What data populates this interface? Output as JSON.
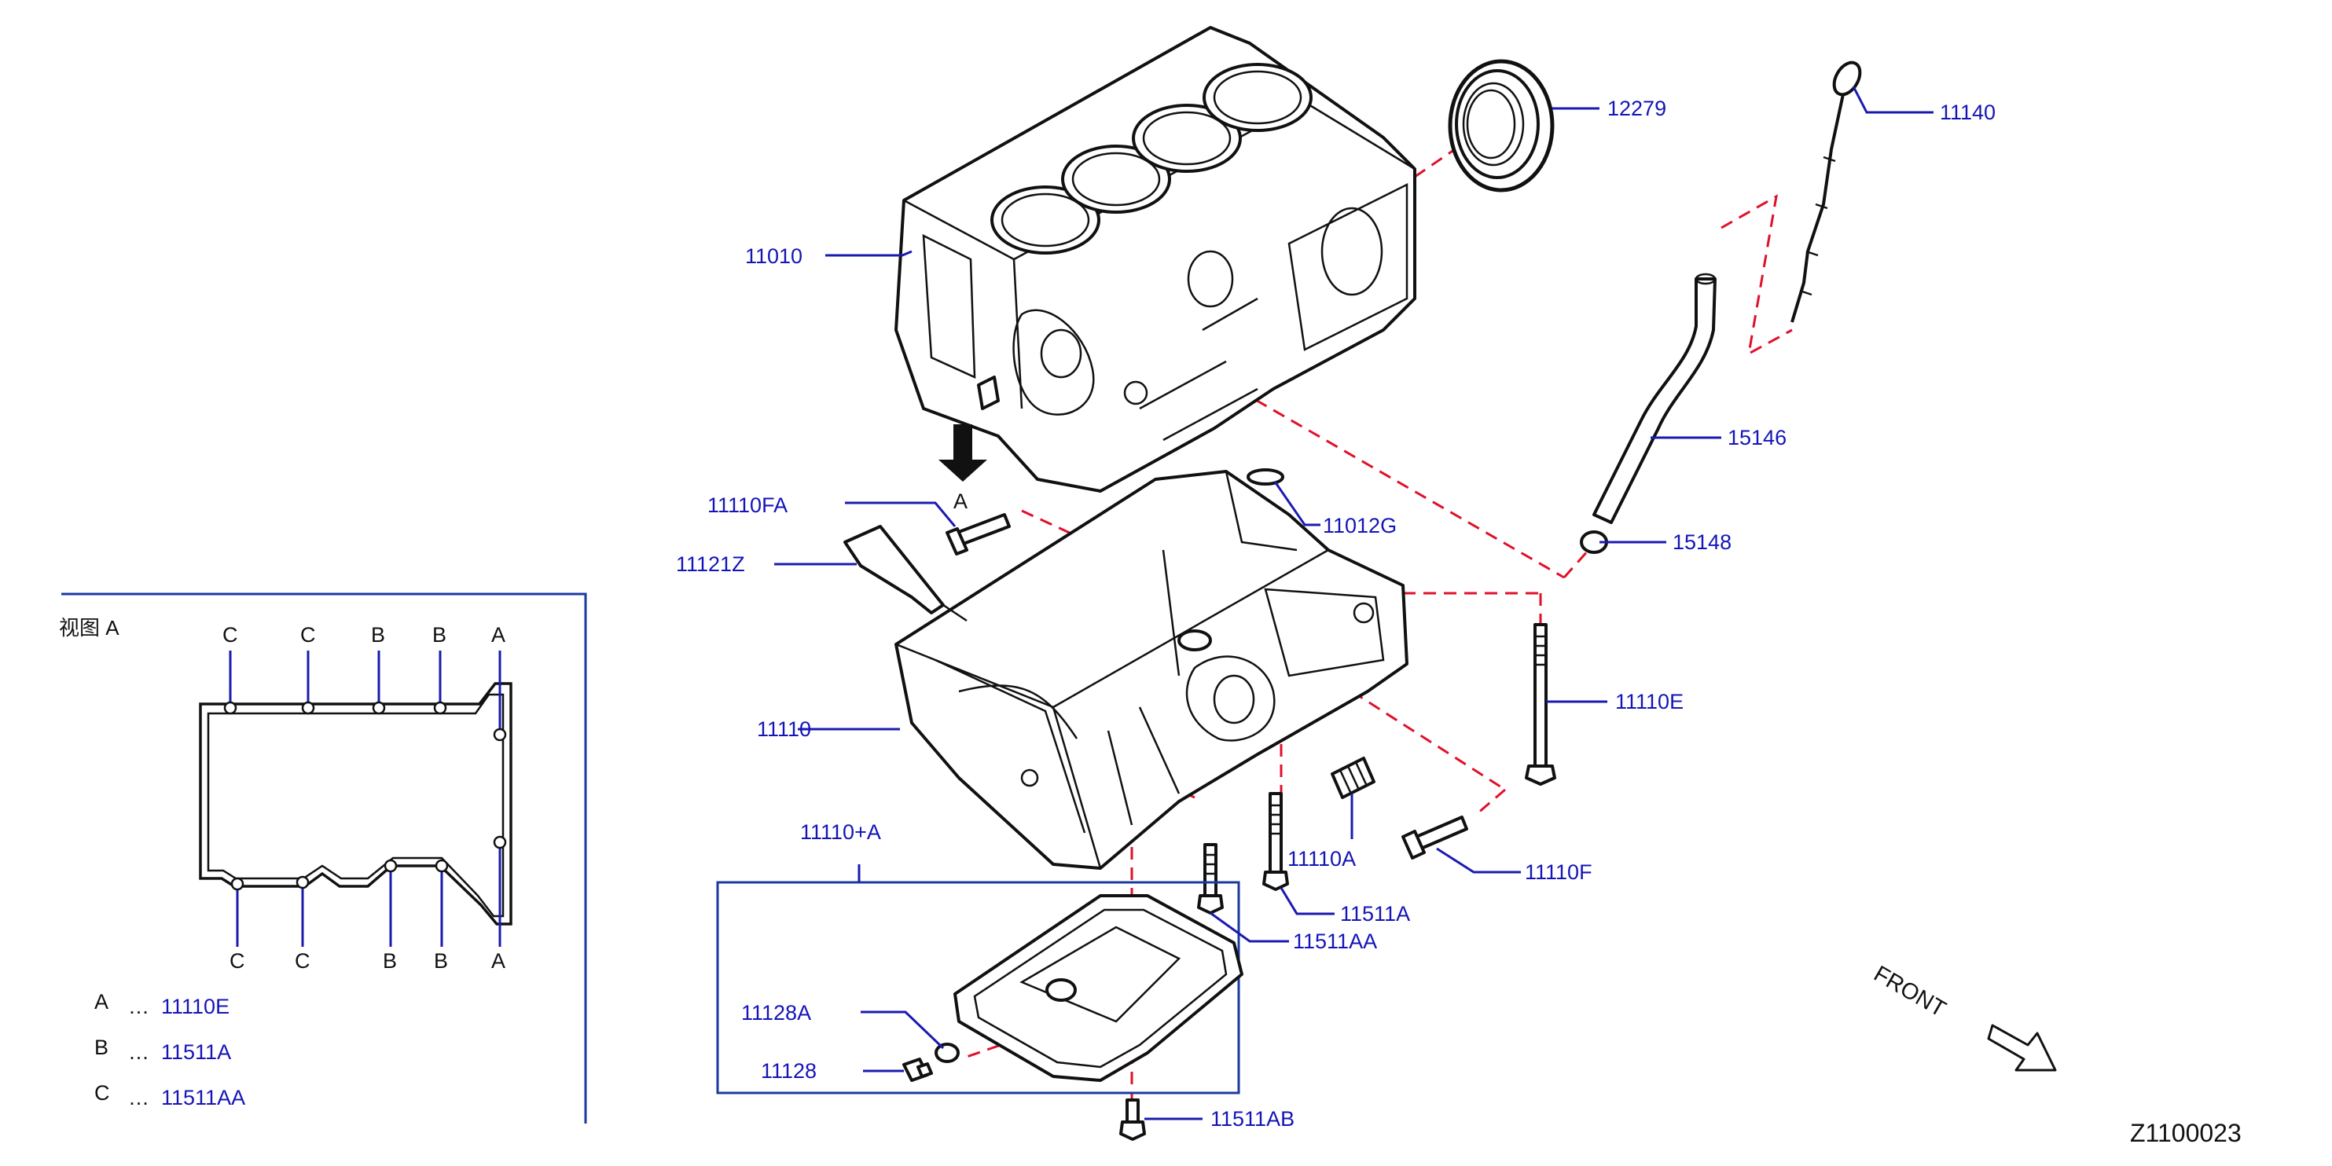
{
  "callouts": {
    "p12279": "12279",
    "p11140": "11140",
    "p11010": "11010",
    "p15146": "15146",
    "p15148": "15148",
    "p11110FA": "11110FA",
    "p11012G": "11012G",
    "p11121Z": "11121Z",
    "p11110": "11110",
    "p11110E": "11110E",
    "p11110A": "11110A",
    "p11110F": "11110F",
    "p11511A": "11511A",
    "p11511AA": "11511AA",
    "p11110plusA": "11110+A",
    "p11128A": "11128A",
    "p11128": "11128",
    "p11511AB": "11511AB"
  },
  "view_arrow_label": "A",
  "inset": {
    "title": "视图 A",
    "top_letters": [
      "C",
      "C",
      "B",
      "B",
      "A"
    ],
    "bottom_letters": [
      "C",
      "C",
      "B",
      "B",
      "A"
    ],
    "legend": [
      {
        "key": "A",
        "sep": "…",
        "value": "11110E"
      },
      {
        "key": "B",
        "sep": "…",
        "value": "11511A"
      },
      {
        "key": "C",
        "sep": "…",
        "value": "11511AA"
      }
    ]
  },
  "front_label": "FRONT",
  "diagram_code": "Z1100023",
  "colors": {
    "callout": "#1414b8",
    "dashed_guide": "#e0102a",
    "frame": "#1a3aa0"
  }
}
